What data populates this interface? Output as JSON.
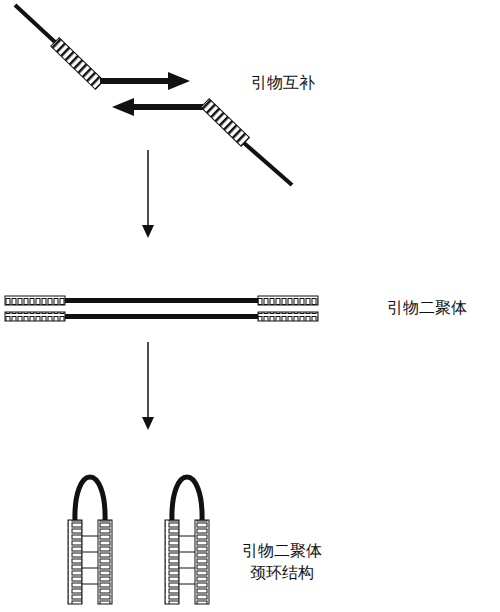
{
  "diagram": {
    "labels": [
      "引物互补",
      "引物二聚体",
      "引物二聚体 颈环结构"
    ]
  }
}
